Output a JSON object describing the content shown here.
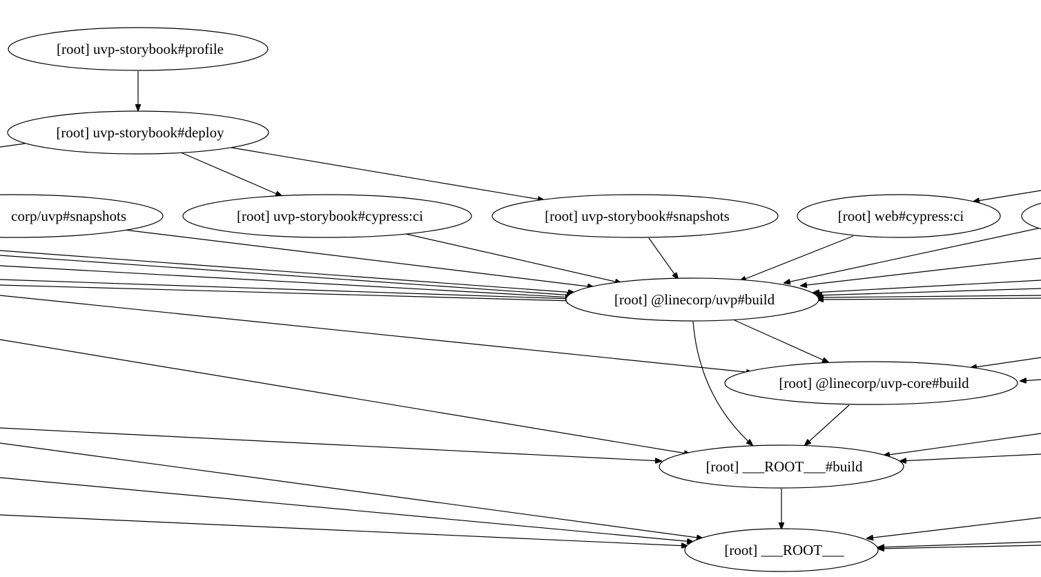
{
  "graph": {
    "nodes": [
      {
        "id": "n_profile",
        "label": "[root] uvp-storybook#profile"
      },
      {
        "id": "n_deploy",
        "label": "[root] uvp-storybook#deploy"
      },
      {
        "id": "n_snap_left",
        "label": "corp/uvp#snapshots"
      },
      {
        "id": "n_cypress_ci",
        "label": "[root] uvp-storybook#cypress:ci"
      },
      {
        "id": "n_snapshots",
        "label": "[root] uvp-storybook#snapshots"
      },
      {
        "id": "n_web_cypress",
        "label": "[root] web#cypress:ci"
      },
      {
        "id": "n_right_partial",
        "label": ""
      },
      {
        "id": "n_uvp_build",
        "label": "[root] @linecorp/uvp#build"
      },
      {
        "id": "n_core_build",
        "label": "[root] @linecorp/uvp-core#build"
      },
      {
        "id": "n_root_build",
        "label": "[root] ___ROOT___#build"
      },
      {
        "id": "n_root",
        "label": "[root] ___ROOT___"
      }
    ],
    "edges": [
      {
        "from": "n_profile",
        "to": "n_deploy"
      },
      {
        "from": "n_deploy",
        "to": "n_cypress_ci"
      },
      {
        "from": "n_deploy",
        "to": "n_snapshots"
      },
      {
        "from": "n_snap_left",
        "to": "n_uvp_build"
      },
      {
        "from": "n_cypress_ci",
        "to": "n_uvp_build"
      },
      {
        "from": "n_snapshots",
        "to": "n_uvp_build"
      },
      {
        "from": "n_web_cypress",
        "to": "n_uvp_build"
      },
      {
        "from": "n_uvp_build",
        "to": "n_core_build"
      },
      {
        "from": "n_uvp_build",
        "to": "n_root_build"
      },
      {
        "from": "n_core_build",
        "to": "n_root_build"
      },
      {
        "from": "n_root_build",
        "to": "n_root"
      }
    ]
  }
}
